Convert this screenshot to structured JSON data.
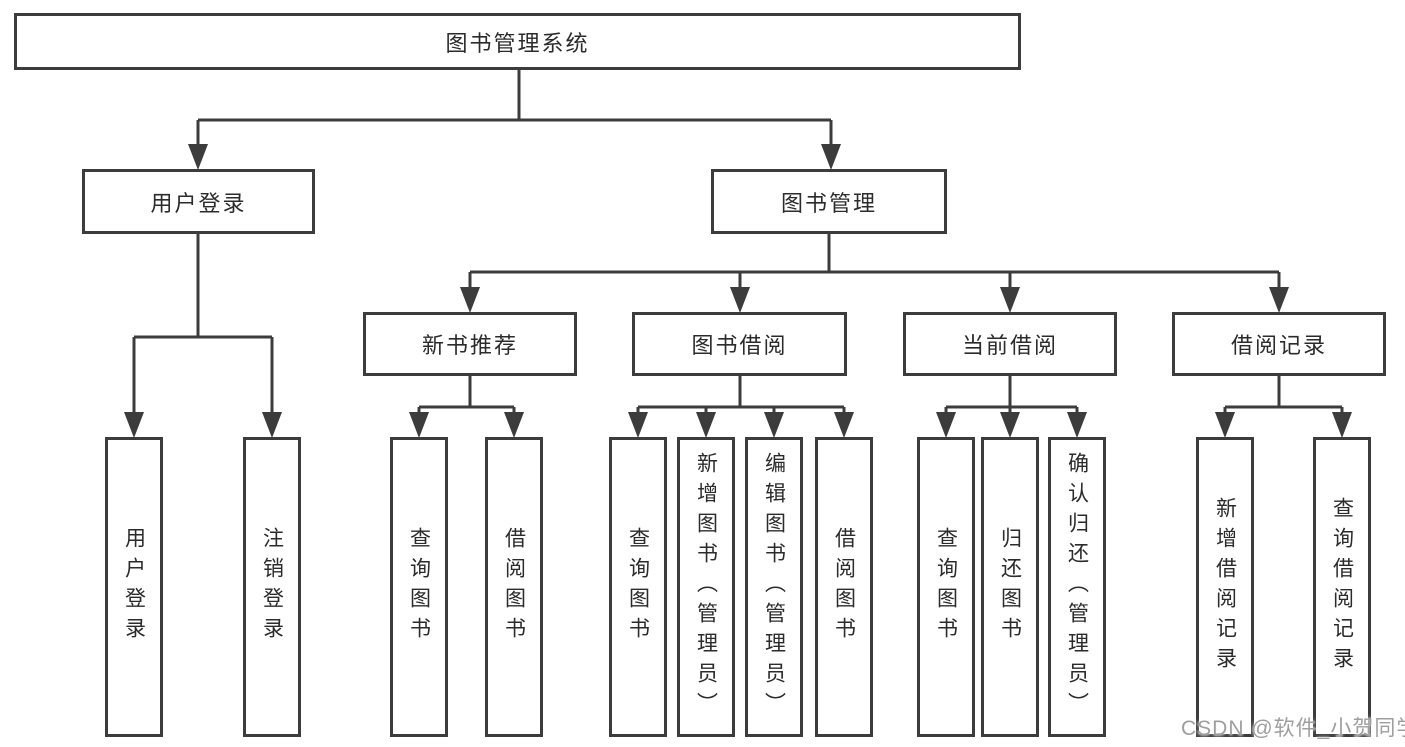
{
  "tree": {
    "label": "图书管理系统",
    "children": [
      {
        "label": "用户登录",
        "children": [
          {
            "label": "用户登录"
          },
          {
            "label": "注销登录"
          }
        ]
      },
      {
        "label": "图书管理",
        "children": [
          {
            "label": "新书推荐",
            "children": [
              {
                "label": "查询图书"
              },
              {
                "label": "借阅图书"
              }
            ]
          },
          {
            "label": "图书借阅",
            "children": [
              {
                "label": "查询图书"
              },
              {
                "label": "新增图书（管理员）"
              },
              {
                "label": "编辑图书（管理员）"
              },
              {
                "label": "借阅图书"
              }
            ]
          },
          {
            "label": "当前借阅",
            "children": [
              {
                "label": "查询图书"
              },
              {
                "label": "归还图书"
              },
              {
                "label": "确认归还（管理员）"
              }
            ]
          },
          {
            "label": "借阅记录",
            "children": [
              {
                "label": "新增借阅记录"
              },
              {
                "label": "查询借阅记录"
              }
            ]
          }
        ]
      }
    ]
  },
  "watermark": {
    "text": "CSDN @软件_小贺同学"
  },
  "colors": {
    "line": "#3c3c3c",
    "text": "#2b2b2b",
    "watermark": "#9e9e9e",
    "background": "#ffffff"
  }
}
